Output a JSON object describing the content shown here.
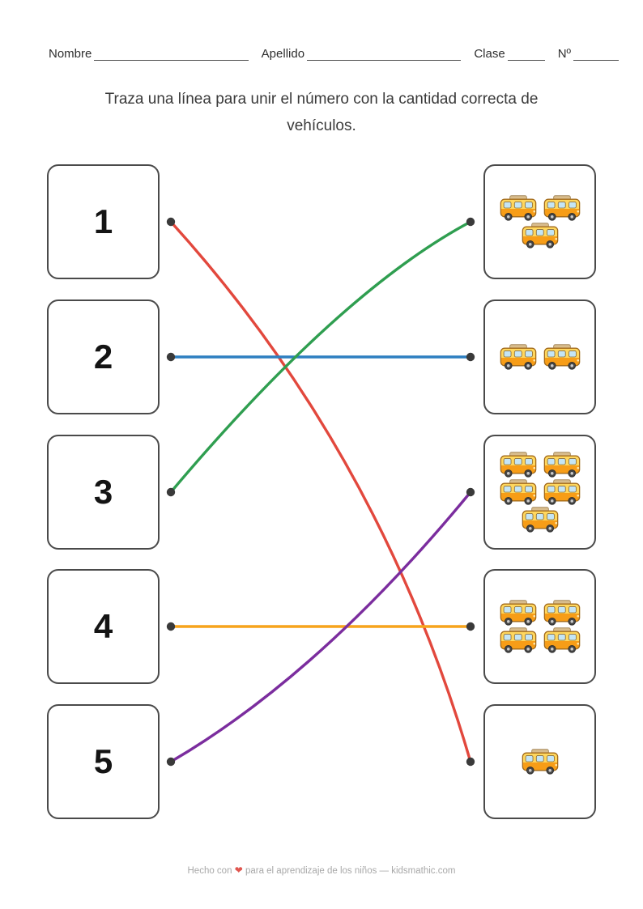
{
  "header": {
    "fields": [
      {
        "label": "Nombre"
      },
      {
        "label": "Apellido"
      },
      {
        "label": "Clase"
      },
      {
        "label": "Nº"
      }
    ]
  },
  "instructions": "Traza una línea para unir el número con la cantidad correcta de\nvehículos.",
  "exercise": {
    "numbers": [
      "1",
      "2",
      "3",
      "4",
      "5"
    ],
    "vehicle_boxes": [
      {
        "count": 3,
        "icon": "bus-icon"
      },
      {
        "count": 2,
        "icon": "bus-icon"
      },
      {
        "count": 5,
        "icon": "bus-icon"
      },
      {
        "count": 4,
        "icon": "bus-icon"
      },
      {
        "count": 1,
        "icon": "bus-icon"
      }
    ],
    "connections": [
      {
        "number": "1",
        "box_index": 4,
        "color": "#e2483d"
      },
      {
        "number": "2",
        "box_index": 1,
        "color": "#2d7fc1"
      },
      {
        "number": "3",
        "box_index": 0,
        "color": "#2f9e50"
      },
      {
        "number": "4",
        "box_index": 3,
        "color": "#f7a41c"
      },
      {
        "number": "5",
        "box_index": 2,
        "color": "#7b2d9e"
      }
    ],
    "dot_color": "#3a3a3a"
  },
  "footer": {
    "prefix": "Hecho con",
    "heart": "❤",
    "suffix": "para el aprendizaje de los niños — kidsmathic.com"
  }
}
